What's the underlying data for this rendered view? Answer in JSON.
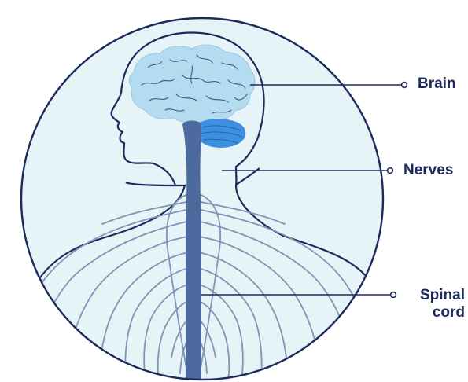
{
  "diagram": {
    "labels": {
      "brain": "Brain",
      "nerves": "Nerves",
      "spinal_line1": "Spinal",
      "spinal_line2": "cord"
    },
    "colors": {
      "outline": "#1d2a5c",
      "background": "#e6f3f7",
      "brain": "#b3dcf0",
      "cerebellum": "#3f8fe0",
      "spine": "#4d6a9e",
      "nerves": "#7f95b8",
      "label_text": "#1d2a5c"
    }
  }
}
